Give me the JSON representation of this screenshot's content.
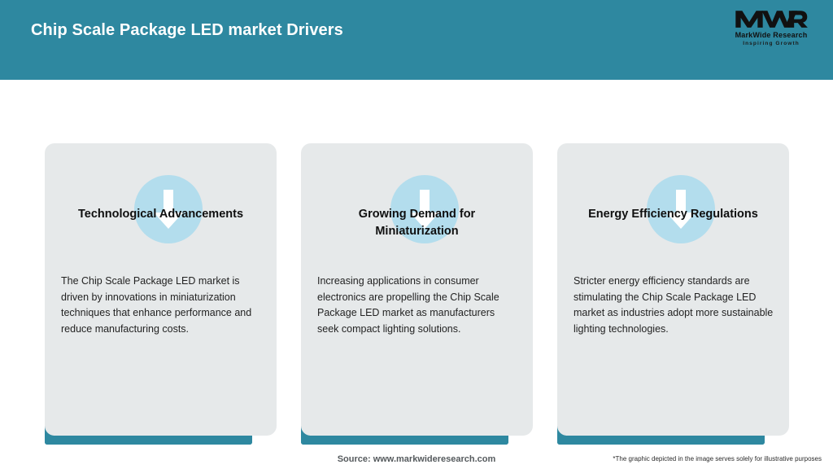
{
  "header": {
    "title": "Chip Scale Package LED market Drivers",
    "background_color": "#2e88a0",
    "title_color": "#ffffff"
  },
  "logo": {
    "mark": "MWR",
    "name": "MarkWide Research",
    "tagline": "Inspiring Growth"
  },
  "theme": {
    "accent_teal": "#2e88a0",
    "card_background": "#e6e9ea",
    "badge_blue": "#b3dded",
    "arrow_color": "#ffffff",
    "page_background": "#ffffff"
  },
  "cards": [
    {
      "icon": "down-arrow-icon",
      "title": "Technological Advancements",
      "body": "The Chip Scale Package LED market is driven by innovations in miniaturization techniques that enhance performance and reduce manufacturing costs."
    },
    {
      "icon": "down-arrow-icon",
      "title": "Growing Demand for Miniaturization",
      "body": "Increasing applications in consumer electronics are propelling the Chip Scale Package LED market as manufacturers seek compact lighting solutions."
    },
    {
      "icon": "down-arrow-icon",
      "title": "Energy Efficiency Regulations",
      "body": "Stricter energy efficiency standards are stimulating the Chip Scale Package LED market as industries adopt more sustainable lighting technologies."
    }
  ],
  "footer": {
    "source": "Source: www.markwideresearch.com",
    "disclaimer": "*The graphic depicted in the image serves solely for illustrative purposes"
  }
}
